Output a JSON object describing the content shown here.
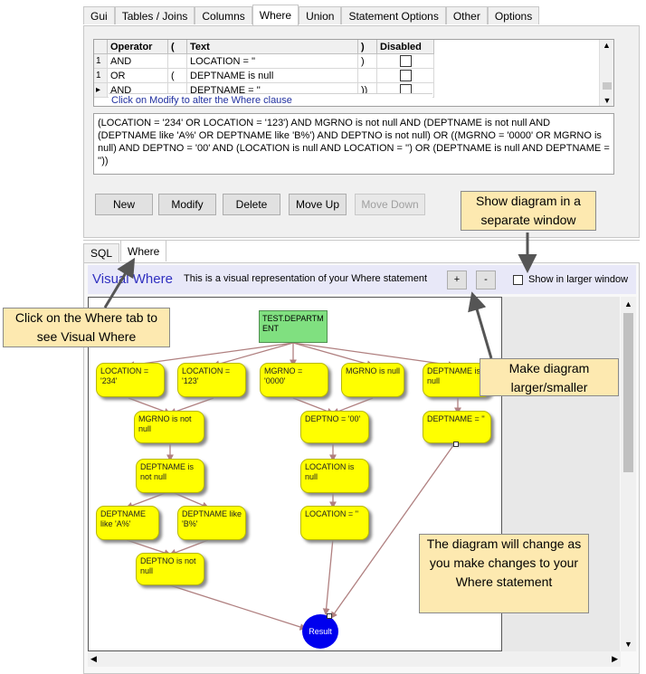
{
  "top_tabs": [
    "Gui",
    "Tables / Joins",
    "Columns",
    "Where",
    "Union",
    "Statement Options",
    "Other",
    "Options"
  ],
  "active_top_tab": "Where",
  "grid": {
    "headers": [
      "Operator",
      "(",
      "Text",
      ")",
      "Disabled"
    ],
    "rows": [
      {
        "marker": "1",
        "op": "AND",
        "lp": "",
        "text": "LOCATION = ''",
        "rp": ")"
      },
      {
        "marker": "1",
        "op": "OR",
        "lp": "(",
        "text": "DEPTNAME is null",
        "rp": ""
      },
      {
        "marker": "▸",
        "op": "AND",
        "lp": "",
        "text": "DEPTNAME = ''",
        "rp": "))"
      }
    ],
    "hint": "Click on Modify to alter the Where clause"
  },
  "where_text": "(LOCATION = '234' OR LOCATION = '123') AND MGRNO is not null AND (DEPTNAME is not null AND (DEPTNAME like 'A%' OR DEPTNAME like 'B%') AND DEPTNO is not null) OR ((MGRNO = '0000' OR MGRNO is null) AND DEPTNO = '00' AND (LOCATION is null AND LOCATION = '') OR (DEPTNAME is null AND DEPTNAME = ''))",
  "buttons": {
    "new": "New",
    "modify": "Modify",
    "delete": "Delete",
    "move_up": "Move Up",
    "move_down": "Move Down"
  },
  "bottom_tabs": [
    "SQL",
    "Where"
  ],
  "visual": {
    "title": "Visual Where",
    "description": "This is a visual representation of your Where statement",
    "plus": "+",
    "minus": "-",
    "larger_label": "Show in larger window"
  },
  "callouts": {
    "separate_window": "Show diagram in a separate window",
    "where_tab": "Click on the Where tab to see Visual Where",
    "larger_smaller": "Make diagram larger/smaller",
    "diagram_change": "The diagram will change as you make changes to your Where statement"
  },
  "diagram": {
    "root": "TEST.DEPARTMENT",
    "nodes": {
      "loc234": "LOCATION = '234'",
      "loc123": "LOCATION = '123'",
      "mgr0000": "MGRNO = '0000'",
      "mgrnull": "MGRNO is null",
      "deptnull": "DEPTNAME is null",
      "mgrnotnull": "MGRNO is not null",
      "deptno00": "DEPTNO = '00'",
      "deptnameeq": "DEPTNAME = ''",
      "deptnamenotnull": "DEPTNAME is not null",
      "locnull": "LOCATION is null",
      "likea": "DEPTNAME like 'A%'",
      "likeb": "DEPTNAME like 'B%'",
      "loceq": "LOCATION = ''",
      "deptnonotnull": "DEPTNO is not null",
      "result": "Result"
    },
    "colors": {
      "root": "#80e080",
      "node": "#ffff00",
      "result": "#0000ee",
      "edge": "#b08080"
    }
  }
}
